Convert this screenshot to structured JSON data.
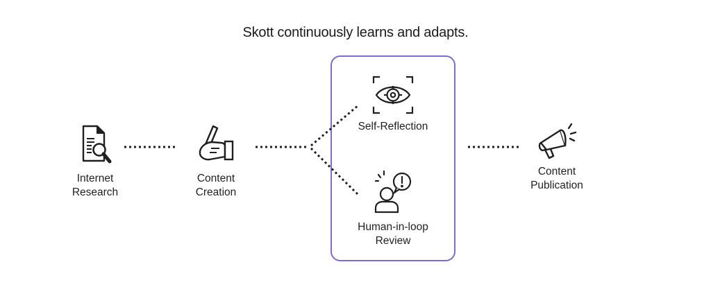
{
  "diagram": {
    "title": "Skott continuously learns and adapts.",
    "nodes": {
      "internet_research": {
        "line1": "Internet",
        "line2": "Research",
        "icon": "document-search-icon"
      },
      "content_creation": {
        "line1": "Content",
        "line2": "Creation",
        "icon": "hand-writing-icon"
      },
      "self_reflection": {
        "line1": "Self-Reflection",
        "icon": "eye-scan-icon"
      },
      "human_review": {
        "line1": "Human-in-loop",
        "line2": "Review",
        "icon": "person-alert-icon"
      },
      "content_publication": {
        "line1": "Content",
        "line2": "Publication",
        "icon": "megaphone-icon"
      }
    },
    "colors": {
      "highlight_border": "#7e6ad6",
      "ink": "#1f1f1f"
    }
  }
}
